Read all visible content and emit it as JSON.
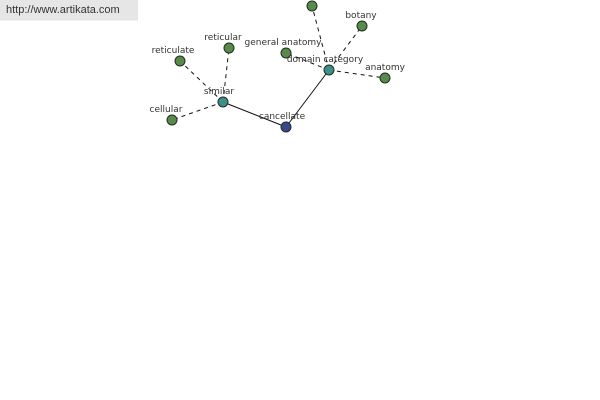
{
  "watermark": {
    "url_text": "http://www.artikata.com"
  },
  "colors": {
    "leaf_node": "#5a8a4a",
    "hub_node": "#3e8e8a",
    "center_node": "#3a4690",
    "node_stroke": "#1f2f1f",
    "solid_edge": "#111111",
    "dashed_edge": "#111111"
  },
  "graph": {
    "nodes": [
      {
        "id": "cancellate",
        "label": "cancellate",
        "kind": "center"
      },
      {
        "id": "similar",
        "label": "similar",
        "kind": "hub"
      },
      {
        "id": "domain_category",
        "label": "domain category",
        "kind": "hub"
      },
      {
        "id": "reticulate",
        "label": "reticulate",
        "kind": "leaf"
      },
      {
        "id": "reticular",
        "label": "reticular",
        "kind": "leaf"
      },
      {
        "id": "cellular",
        "label": "cellular",
        "kind": "leaf"
      },
      {
        "id": "general_anatomy",
        "label": "general anatomy",
        "kind": "leaf"
      },
      {
        "id": "botany",
        "label": "botany",
        "kind": "leaf"
      },
      {
        "id": "anatomy",
        "label": "anatomy",
        "kind": "leaf"
      },
      {
        "id": "top_node",
        "label": "",
        "kind": "leaf"
      }
    ],
    "edges": [
      {
        "from": "cancellate",
        "to": "similar",
        "style": "solid"
      },
      {
        "from": "cancellate",
        "to": "domain_category",
        "style": "solid"
      },
      {
        "from": "similar",
        "to": "reticulate",
        "style": "dashed"
      },
      {
        "from": "similar",
        "to": "reticular",
        "style": "dashed"
      },
      {
        "from": "similar",
        "to": "cellular",
        "style": "dashed"
      },
      {
        "from": "domain_category",
        "to": "general_anatomy",
        "style": "dashed"
      },
      {
        "from": "domain_category",
        "to": "botany",
        "style": "dashed"
      },
      {
        "from": "domain_category",
        "to": "anatomy",
        "style": "dashed"
      },
      {
        "from": "domain_category",
        "to": "top_node",
        "style": "dashed"
      }
    ]
  }
}
